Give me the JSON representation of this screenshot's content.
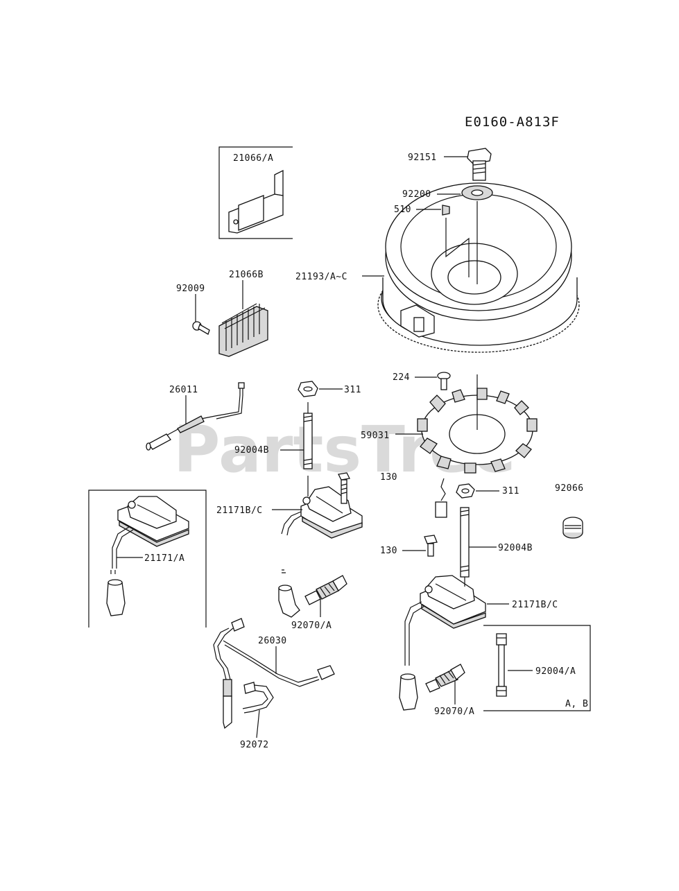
{
  "diagram_code": "E0160-A813F",
  "watermark": "PartsTree",
  "box_note": "A, B",
  "labels": {
    "p92151": "92151",
    "p92200": "92200",
    "p510": "510",
    "p21193": "21193/A~C",
    "p21066A": "21066/A",
    "p21066B": "21066B",
    "p92009": "92009",
    "p26011": "26011",
    "p311a": "311",
    "p92004Ba": "92004B",
    "p224": "224",
    "p59031": "59031",
    "p130a": "130",
    "p311b": "311",
    "p92066": "92066",
    "p21171BCa": "21171B/C",
    "p21171A": "21171/A",
    "p130b": "130",
    "p92004Bb": "92004B",
    "p92070Aa": "92070/A",
    "p21171BCb": "21171B/C",
    "p26030": "26030",
    "p92004A": "92004/A",
    "p92070Ab": "92070/A",
    "p92072": "92072"
  }
}
